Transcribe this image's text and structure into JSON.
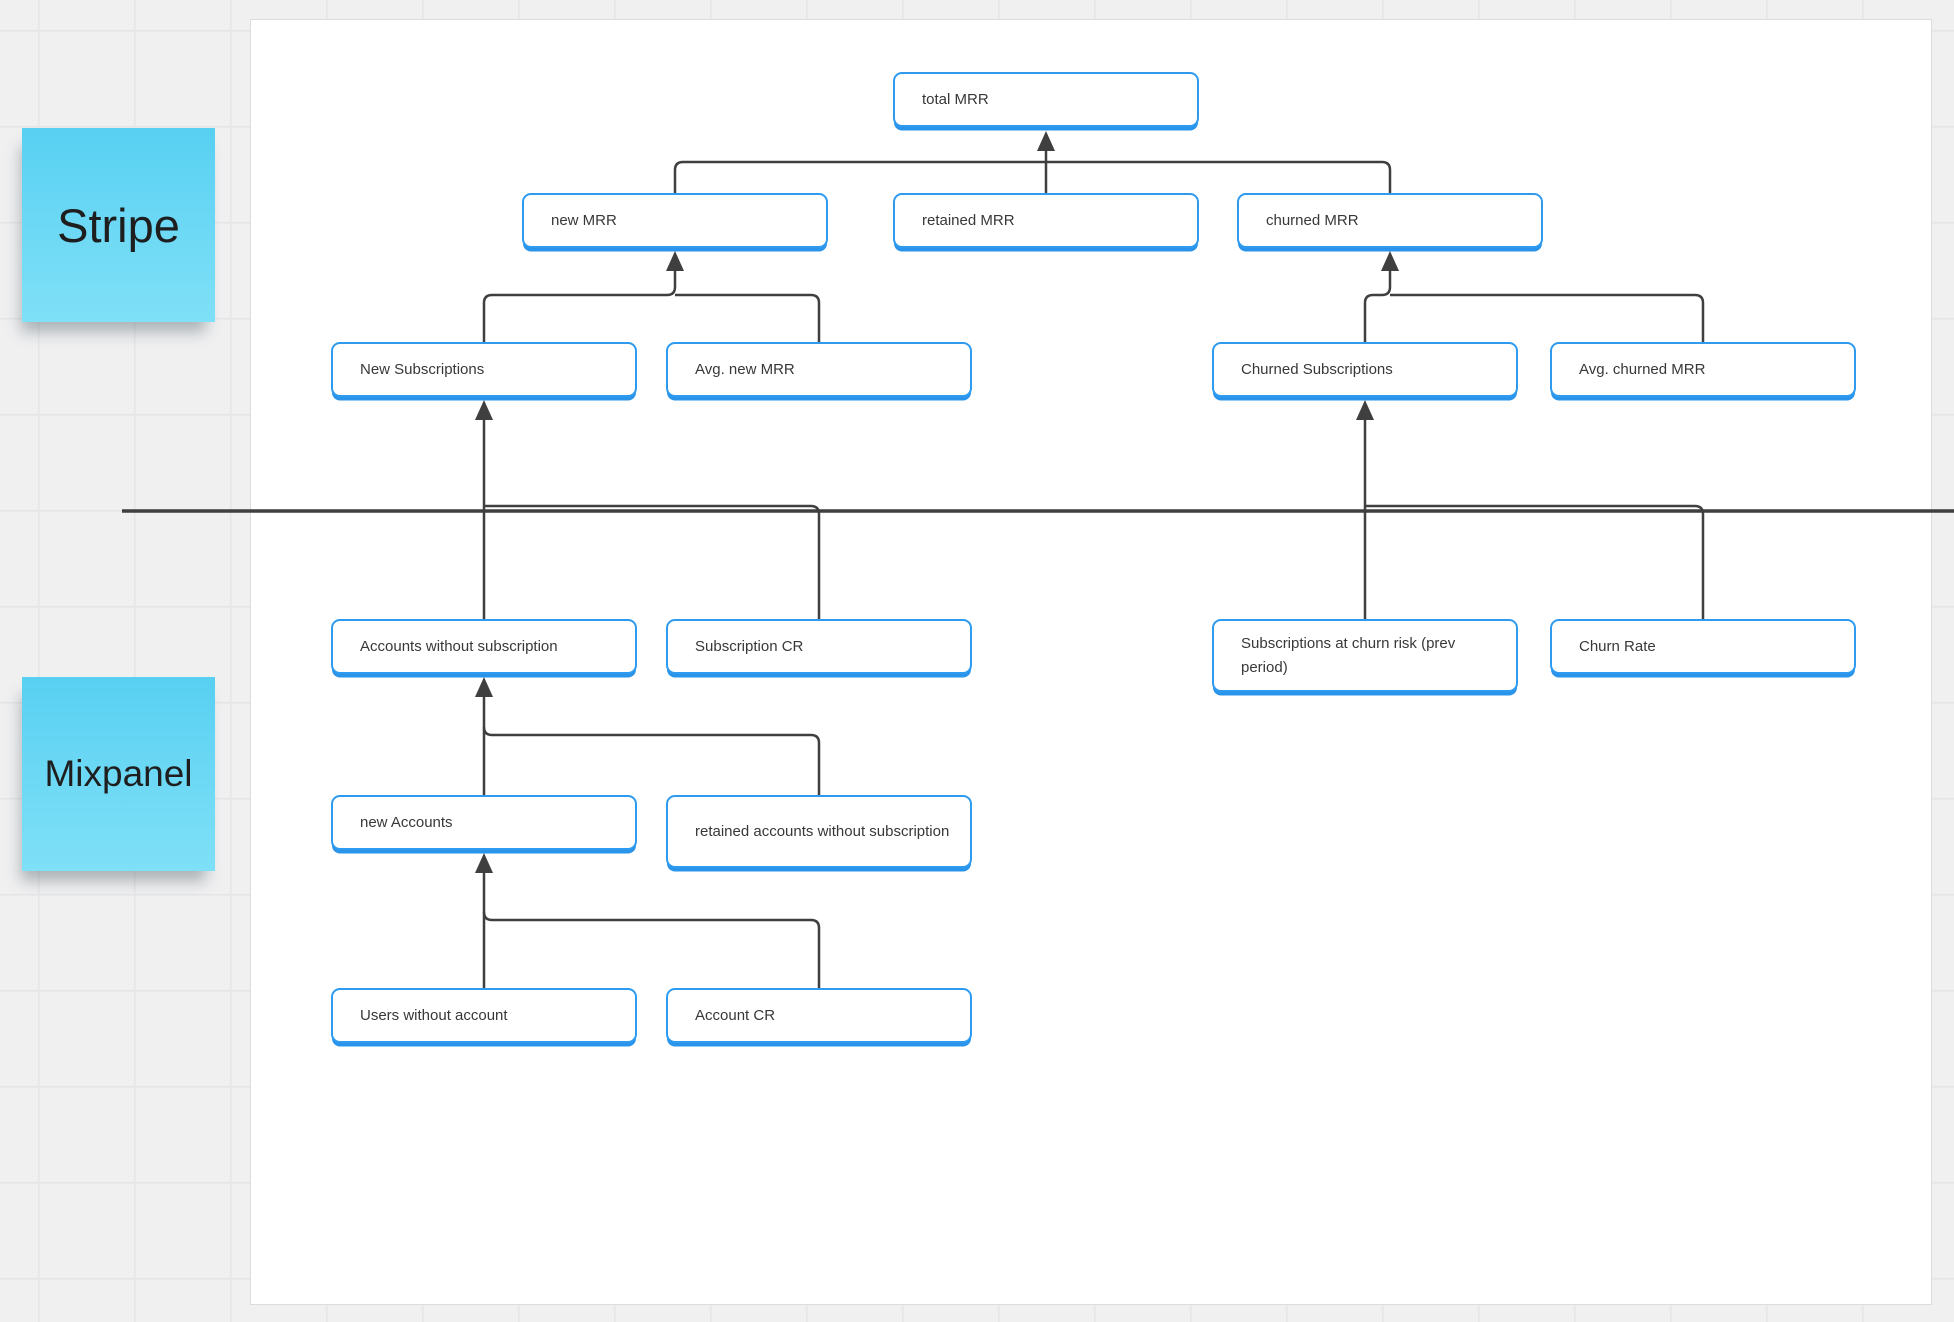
{
  "stickies": {
    "stripe": {
      "label": "Stripe"
    },
    "mixpanel": {
      "label": "Mixpanel"
    }
  },
  "nodes": {
    "total_mrr": {
      "label": "total MRR"
    },
    "new_mrr": {
      "label": "new MRR"
    },
    "retained_mrr": {
      "label": "retained MRR"
    },
    "churned_mrr": {
      "label": "churned MRR"
    },
    "new_subscriptions": {
      "label": "New Subscriptions"
    },
    "avg_new_mrr": {
      "label": "Avg. new MRR"
    },
    "churned_subscriptions": {
      "label": "Churned Subscriptions"
    },
    "avg_churned_mrr": {
      "label": "Avg. churned MRR"
    },
    "accounts_without_subscription": {
      "label": "Accounts without subscription"
    },
    "subscription_cr": {
      "label": "Subscription CR"
    },
    "subs_at_churn_risk": {
      "label": "Subscriptions at churn risk (prev period)"
    },
    "churn_rate": {
      "label": "Churn Rate"
    },
    "new_accounts": {
      "label": "new Accounts"
    },
    "retained_accounts": {
      "label": "retained accounts without subscription"
    },
    "users_without_account": {
      "label": "Users without account"
    },
    "account_cr": {
      "label": "Account CR"
    }
  },
  "edges": [
    {
      "from": "new_mrr",
      "to": "total_mrr"
    },
    {
      "from": "retained_mrr",
      "to": "total_mrr"
    },
    {
      "from": "churned_mrr",
      "to": "total_mrr"
    },
    {
      "from": "new_subscriptions",
      "to": "new_mrr"
    },
    {
      "from": "avg_new_mrr",
      "to": "new_mrr"
    },
    {
      "from": "churned_subscriptions",
      "to": "churned_mrr"
    },
    {
      "from": "avg_churned_mrr",
      "to": "churned_mrr"
    },
    {
      "from": "accounts_without_subscription",
      "to": "new_subscriptions"
    },
    {
      "from": "subscription_cr",
      "to": "new_subscriptions"
    },
    {
      "from": "subs_at_churn_risk",
      "to": "churned_subscriptions"
    },
    {
      "from": "churn_rate",
      "to": "churned_subscriptions"
    },
    {
      "from": "new_accounts",
      "to": "accounts_without_subscription"
    },
    {
      "from": "retained_accounts",
      "to": "accounts_without_subscription"
    },
    {
      "from": "users_without_account",
      "to": "new_accounts"
    },
    {
      "from": "account_cr",
      "to": "new_accounts"
    }
  ],
  "colors": {
    "node_border": "#2e9bf0",
    "node_shadow": "#2994ea",
    "connector": "#3f3f3f",
    "sticky": "#6ed9f5",
    "canvas": "#ffffff",
    "background": "#f0f0f1"
  }
}
